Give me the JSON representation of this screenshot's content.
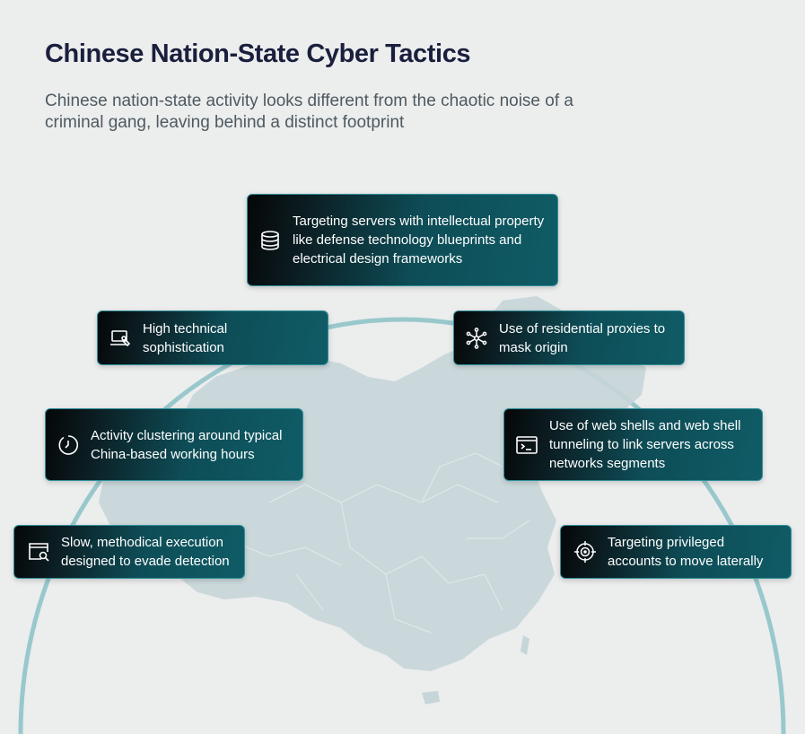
{
  "title": "Chinese Nation-State Cyber Tactics",
  "subtitle": "Chinese nation-state activity looks different from the chaotic noise of a criminal gang, leaving behind a distinct footprint",
  "tactics": [
    {
      "icon": "database-icon",
      "text": "Targeting servers with intellectual property like defense technology blueprints and electrical design frameworks"
    },
    {
      "icon": "laptop-wrench-icon",
      "text": "High technical sophistication"
    },
    {
      "icon": "network-nodes-icon",
      "text": "Use of residential proxies to mask origin"
    },
    {
      "icon": "clock-icon",
      "text": "Activity clustering around typical China-based working hours"
    },
    {
      "icon": "terminal-icon",
      "text": "Use of web shells and web shell tunneling to link servers across networks segments"
    },
    {
      "icon": "browser-search-icon",
      "text": "Slow, methodical execution designed to evade detection"
    },
    {
      "icon": "crosshair-icon",
      "text": "Targeting privileged accounts to move laterally"
    }
  ],
  "colors": {
    "accent": "#2f8f9a",
    "title": "#1a1f3d",
    "map": "#c6d5d8",
    "arc": "#8fc3c8"
  }
}
